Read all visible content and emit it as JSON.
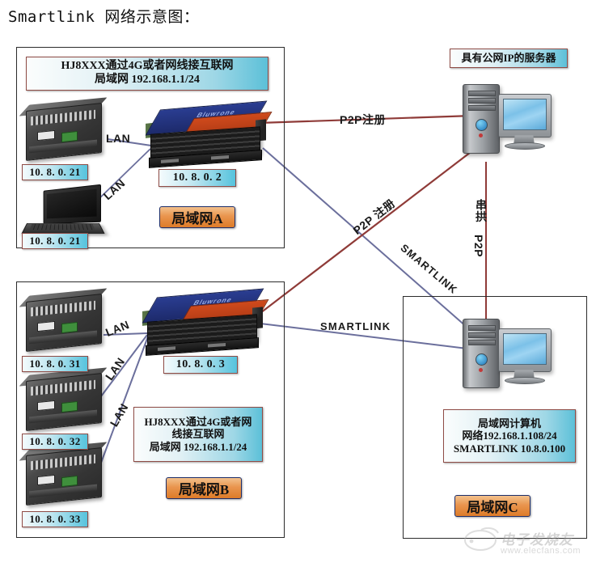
{
  "title": "Smartlink 网络示意图：",
  "groups": {
    "lan_a": {
      "header": {
        "line1": "HJ8XXX通过4G或者网线接互联网",
        "line2": "局域网 192.168.1.1/24"
      },
      "badge": "局域网A",
      "devices": [
        {
          "name": "plc",
          "ip": "10. 8. 0. 21"
        },
        {
          "name": "laptop",
          "ip": "10. 8. 0. 21"
        },
        {
          "name": "router",
          "ip": "10. 8. 0. 2"
        }
      ],
      "link_labels": [
        "LAN",
        "LAN"
      ]
    },
    "lan_b": {
      "header": {
        "line1": "HJ8XXX通过4G或者网",
        "line2": "线接互联网",
        "line3": "局域网 192.168.1.1/24"
      },
      "badge": "局域网B",
      "devices": [
        {
          "name": "plc",
          "ip": "10. 8. 0. 31"
        },
        {
          "name": "plc",
          "ip": "10. 8. 0. 32"
        },
        {
          "name": "plc",
          "ip": "10. 8. 0. 33"
        },
        {
          "name": "router",
          "ip": "10. 8. 0. 3"
        }
      ],
      "link_labels": [
        "LAN",
        "LAN",
        "LAN"
      ]
    },
    "lan_c": {
      "info": {
        "line1": "局域网计算机",
        "line2": "网络192.168.1.108/24",
        "line3": "SMARTLINK 10.8.0.100"
      },
      "badge": "局域网C"
    }
  },
  "server": {
    "label": "具有公网IP的服务器"
  },
  "connections": {
    "p2p_register_top": "P2P注册",
    "p2p_register_mid": "P2P 注册",
    "smartlink_diag": "SMARTLINK",
    "smartlink_horiz": "SMARTLINK",
    "vertical_line1": "串拱",
    "vertical_line2": "P2P"
  },
  "watermark": {
    "text": "电子发烧友",
    "url": "www.elecfans.com"
  },
  "colors": {
    "link_red": "#8f3b38",
    "link_purple": "#6b6f9c",
    "frame": "#2b2b2b",
    "badge_orange": "#dd7b28",
    "info_cyan": "#5cc0d8",
    "info_border": "#8f4c46"
  }
}
